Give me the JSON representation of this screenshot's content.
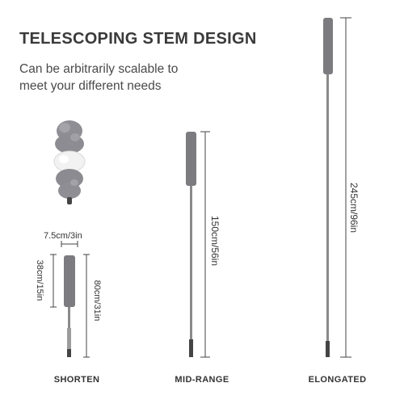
{
  "headline": "TELESCOPING STEM DESIGN",
  "description": {
    "line1": "Can be arbitrarily scalable to",
    "line2": "meet your different needs"
  },
  "dimensions": {
    "head_width": "7.5cm/3in",
    "head_length": "38cm/15in",
    "shorten_length": "80cm/31in",
    "mid_length": "150cm/56in",
    "long_length": "245cm/96in"
  },
  "captions": {
    "shorten": "SHORTEN",
    "mid": "MID-RANGE",
    "long": "ELONGATED"
  },
  "colors": {
    "pad": "#7c7b80",
    "pole": "#8a8a8a",
    "line": "#444444",
    "fluff_gray": "#8e8e94",
    "fluff_white": "#f2f2f2"
  }
}
